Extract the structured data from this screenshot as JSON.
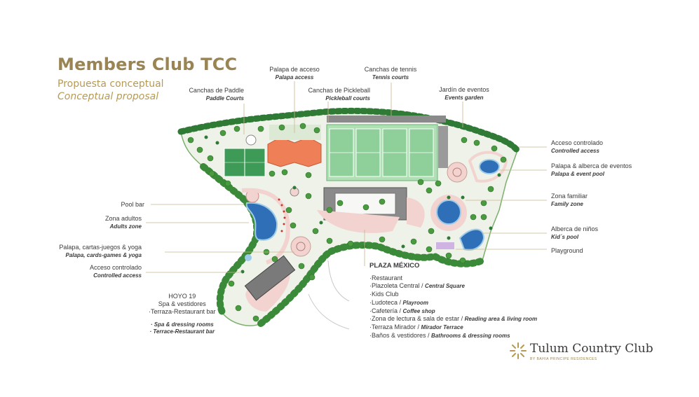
{
  "header": {
    "title": "Members Club TCC",
    "subtitle_es": "Propuesta conceptual",
    "subtitle_en": "Conceptual proposal"
  },
  "top_labels": [
    {
      "es": "Canchas de Paddle",
      "en": "Paddle Courts"
    },
    {
      "es": "Palapa de acceso",
      "en": "Palapa access"
    },
    {
      "es": "Canchas de Pickleball",
      "en": "Pickleball courts"
    },
    {
      "es": "Canchas de tennis",
      "en": "Tennis courts"
    },
    {
      "es": "Jardín de eventos",
      "en": "Events garden"
    }
  ],
  "left_labels": [
    {
      "es": "Pool bar",
      "en": ""
    },
    {
      "es": "Zona adultos",
      "en": "Adults zone"
    },
    {
      "es": "Palapa, cartas-juegos & yoga",
      "en": "Palapa, cards-games & yoga"
    },
    {
      "es": "Acceso controlado",
      "en": "Controlled access"
    }
  ],
  "right_labels": [
    {
      "es": "Acceso controlado",
      "en": "Controlled access"
    },
    {
      "es": "Palapa & alberca de eventos",
      "en": "Palapa & event pool"
    },
    {
      "es": "Zona familiar",
      "en": "Family zone"
    },
    {
      "es": "Alberca de niños",
      "en": "Kid´s pool"
    },
    {
      "es": "Playground",
      "en": ""
    }
  ],
  "hoyo": {
    "title": "HOYO 19",
    "line1": "Spa & vestidores",
    "line2": "·Terraza-Restaurant bar",
    "en1": "· Spa & dressing rooms",
    "en2": "· Terrace-Restaurant bar"
  },
  "plaza": {
    "title": "PLAZA MÉXICO",
    "items": [
      {
        "es": "·Restaurant",
        "en": ""
      },
      {
        "es": "·Plazoleta Central / ",
        "en": "Central Square"
      },
      {
        "es": "·Kids Club",
        "en": ""
      },
      {
        "es": "·Ludoteca / ",
        "en": "Playroom"
      },
      {
        "es": "·Cafetería / ",
        "en": "Coffee shop"
      },
      {
        "es": "·Zona de lectura & sala de estar / ",
        "en": "Reading area & living room"
      },
      {
        "es": "·Terraza Mirador / ",
        "en": "Mirador Terrace"
      },
      {
        "es": "·Baños & vestidores / ",
        "en": "Bathrooms & dressing rooms"
      }
    ]
  },
  "brand": {
    "name": "Tulum Country Club",
    "by": "BY BAHIA PRINCIPE RESIDENCES"
  },
  "colors": {
    "gold": "#9a8454",
    "gold_light": "#b59a52",
    "court_green": "#8fcf9a",
    "paddle_green": "#3d9b57",
    "pool_blue": "#2f6fb8",
    "pink": "#f3d3cf",
    "roof_gray": "#6f6f6f",
    "vegetation": "#4a9a3f"
  }
}
